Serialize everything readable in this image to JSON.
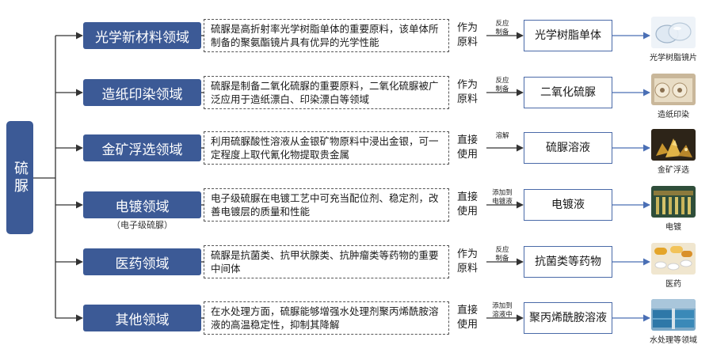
{
  "root": {
    "label": "硫脲"
  },
  "rows": [
    {
      "domain": "光学新材料领域",
      "domain_sub": "",
      "desc": "硫脲是高折射率光学树脂单体的重要原料，该单体所制备的聚氨酯镜片具有优异的光学性能",
      "method": "作为原料",
      "action": "反应\n制备",
      "product": "光学树脂单体",
      "image_caption": "光学树脂镜片"
    },
    {
      "domain": "造纸印染领域",
      "domain_sub": "",
      "desc": "硫脲是制备二氧化硫脲的重要原料，二氧化硫脲被广泛应用于造纸漂白、印染漂白等领域",
      "method": "作为原料",
      "action": "反应\n制备",
      "product": "二氧化硫脲",
      "image_caption": "造纸印染"
    },
    {
      "domain": "金矿浮选领域",
      "domain_sub": "",
      "desc": "利用硫脲酸性溶液从金银矿物原料中浸出金银，可一定程度上取代氰化物提取贵金属",
      "method": "直接使用",
      "action": "溶解",
      "product": "硫脲溶液",
      "image_caption": "金矿浮选"
    },
    {
      "domain": "电镀领域",
      "domain_sub": "（电子级硫脲）",
      "desc": "电子级硫脲在电镀工艺中可充当配位剂、稳定剂，改善电镀层的质量和性能",
      "method": "直接使用",
      "action": "添加到\n电镀液",
      "product": "电镀液",
      "image_caption": "电镀"
    },
    {
      "domain": "医药领域",
      "domain_sub": "",
      "desc": "硫脲是抗菌类、抗甲状腺类、抗肿瘤类等药物的重要中间体",
      "method": "作为原料",
      "action": "反应\n制备",
      "product": "抗菌类等药物",
      "image_caption": "医药"
    },
    {
      "domain": "其他领域",
      "domain_sub": "",
      "desc": "在水处理方面，硫脲能够增强水处理剂聚丙烯酰胺溶液的高温稳定性，抑制其降解",
      "method": "直接使用",
      "action": "添加到\n溶液中",
      "product": "聚丙烯酰胺溶液",
      "image_caption": "水处理等领域"
    }
  ],
  "colors": {
    "domain_fill": "#3c5a96",
    "product_border": "#4a6aa8",
    "arrow": "#4a6fb5",
    "connector": "#333333"
  },
  "icons": [
    "lens-photo",
    "paper-roll-photo",
    "gold-ore-photo",
    "electroplating-photo",
    "medicine-photo",
    "water-treatment-photo"
  ]
}
